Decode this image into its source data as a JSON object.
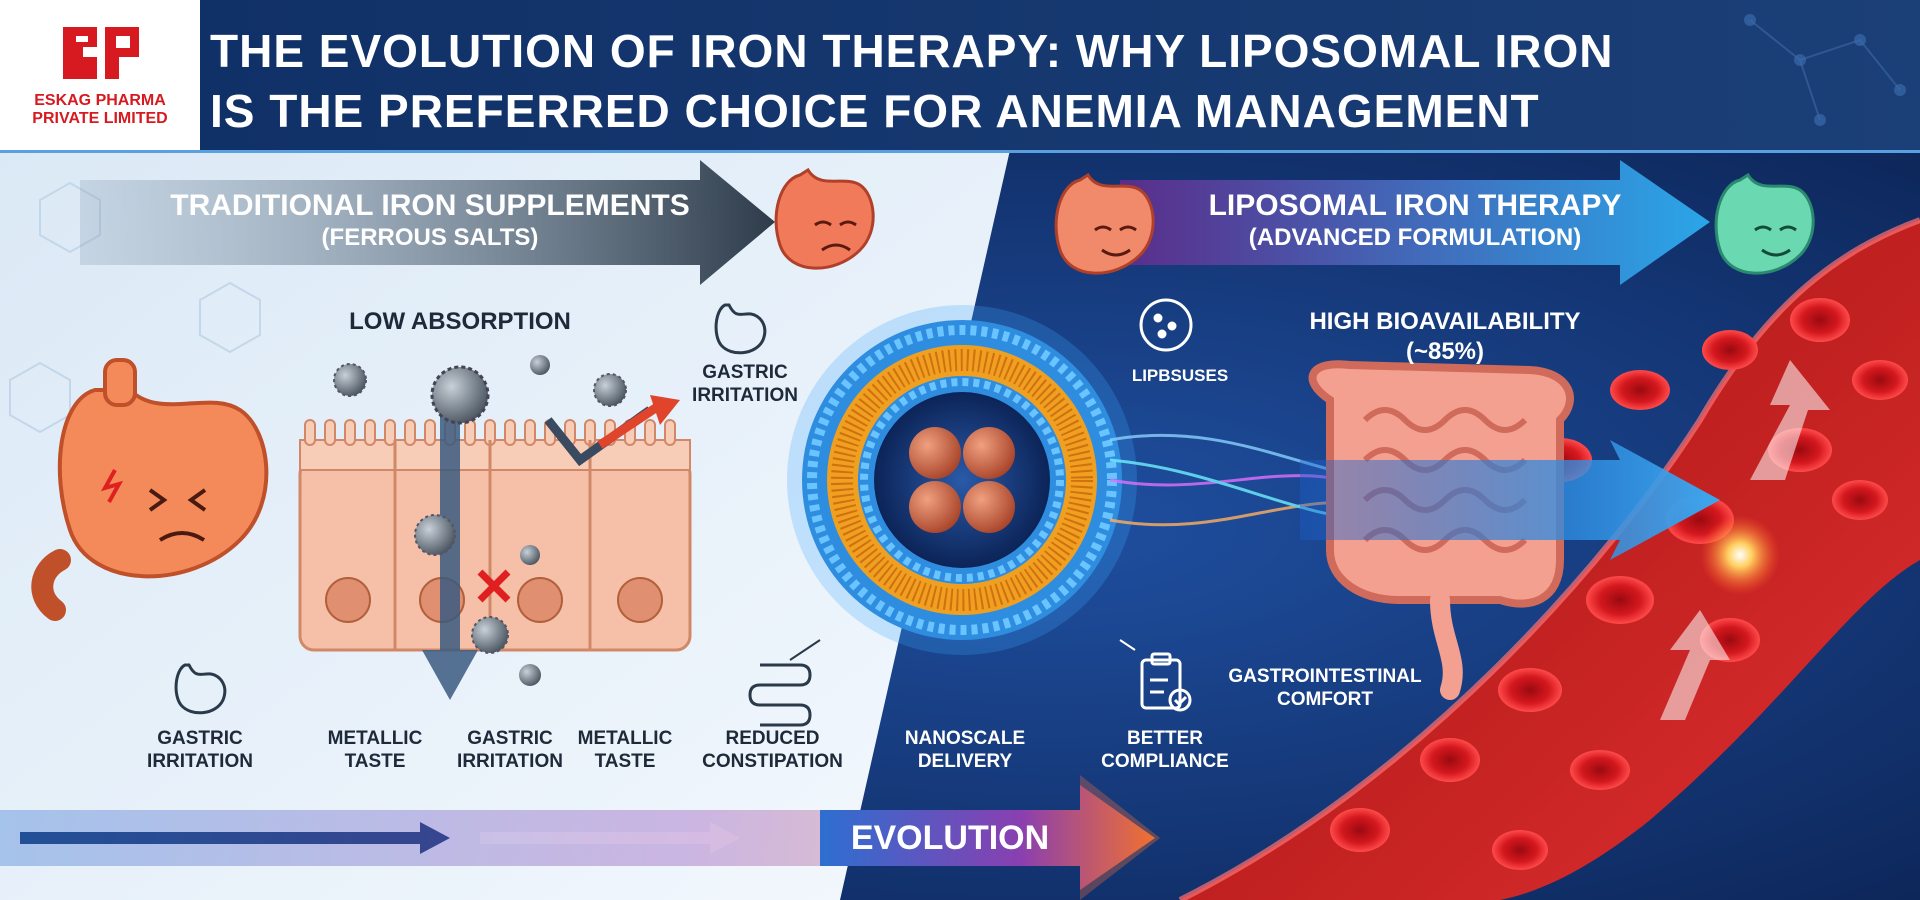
{
  "header": {
    "company": "ESKAG PHARMA PRIVATE LIMITED",
    "title_line1": "THE EVOLUTION OF IRON THERAPY: WHY LIPOSOMAL IRON",
    "title_line2": "IS THE PREFERRED CHOICE FOR ANEMIA MANAGEMENT"
  },
  "traditional": {
    "title": "TRADITIONAL IRON SUPPLEMENTS",
    "subtitle": "(FERROUS SALTS)",
    "low_absorption": "LOW ABSORPTION",
    "gastric_irritation_top": "GASTRIC IRRITATION",
    "gastric_irritation_left": "GASTRIC IRRITATION",
    "metallic_taste_1": "METALLIC TASTE",
    "gastric_irritation_mid": "GASTRIC IRRITATION",
    "metallic_taste_2": "METALLIC TASTE",
    "reduced_constipation": "REDUCED CONSTIPATION"
  },
  "liposomal": {
    "title": "LIPOSOMAL IRON THERAPY",
    "subtitle": "(ADVANCED FORMULATION)",
    "lipbsuses": "LIPBSUSES",
    "high_bioavailability": "HIGH BIOAVAILABILITY",
    "bioavailability_value": "(~85%)",
    "nanoscale_delivery": "NANOSCALE DELIVERY",
    "better_compliance": "BETTER COMPLIANCE",
    "gi_comfort": "GASTROINTESTINAL COMFORT"
  },
  "footer": {
    "evolution": "EVOLUTION"
  },
  "colors": {
    "brand_red": "#d71920",
    "navy": "#0d2a5c",
    "left_bg": "#eaf3fb",
    "liposome_blue": "#2f8de0",
    "liposome_orange": "#f0a020",
    "blood_red": "#c01818"
  },
  "icons": [
    "stomach-sad-icon",
    "stomach-happy-icon",
    "stomach-icon",
    "intestine-icon",
    "clipboard-check-icon",
    "molecule-circle-icon"
  ]
}
